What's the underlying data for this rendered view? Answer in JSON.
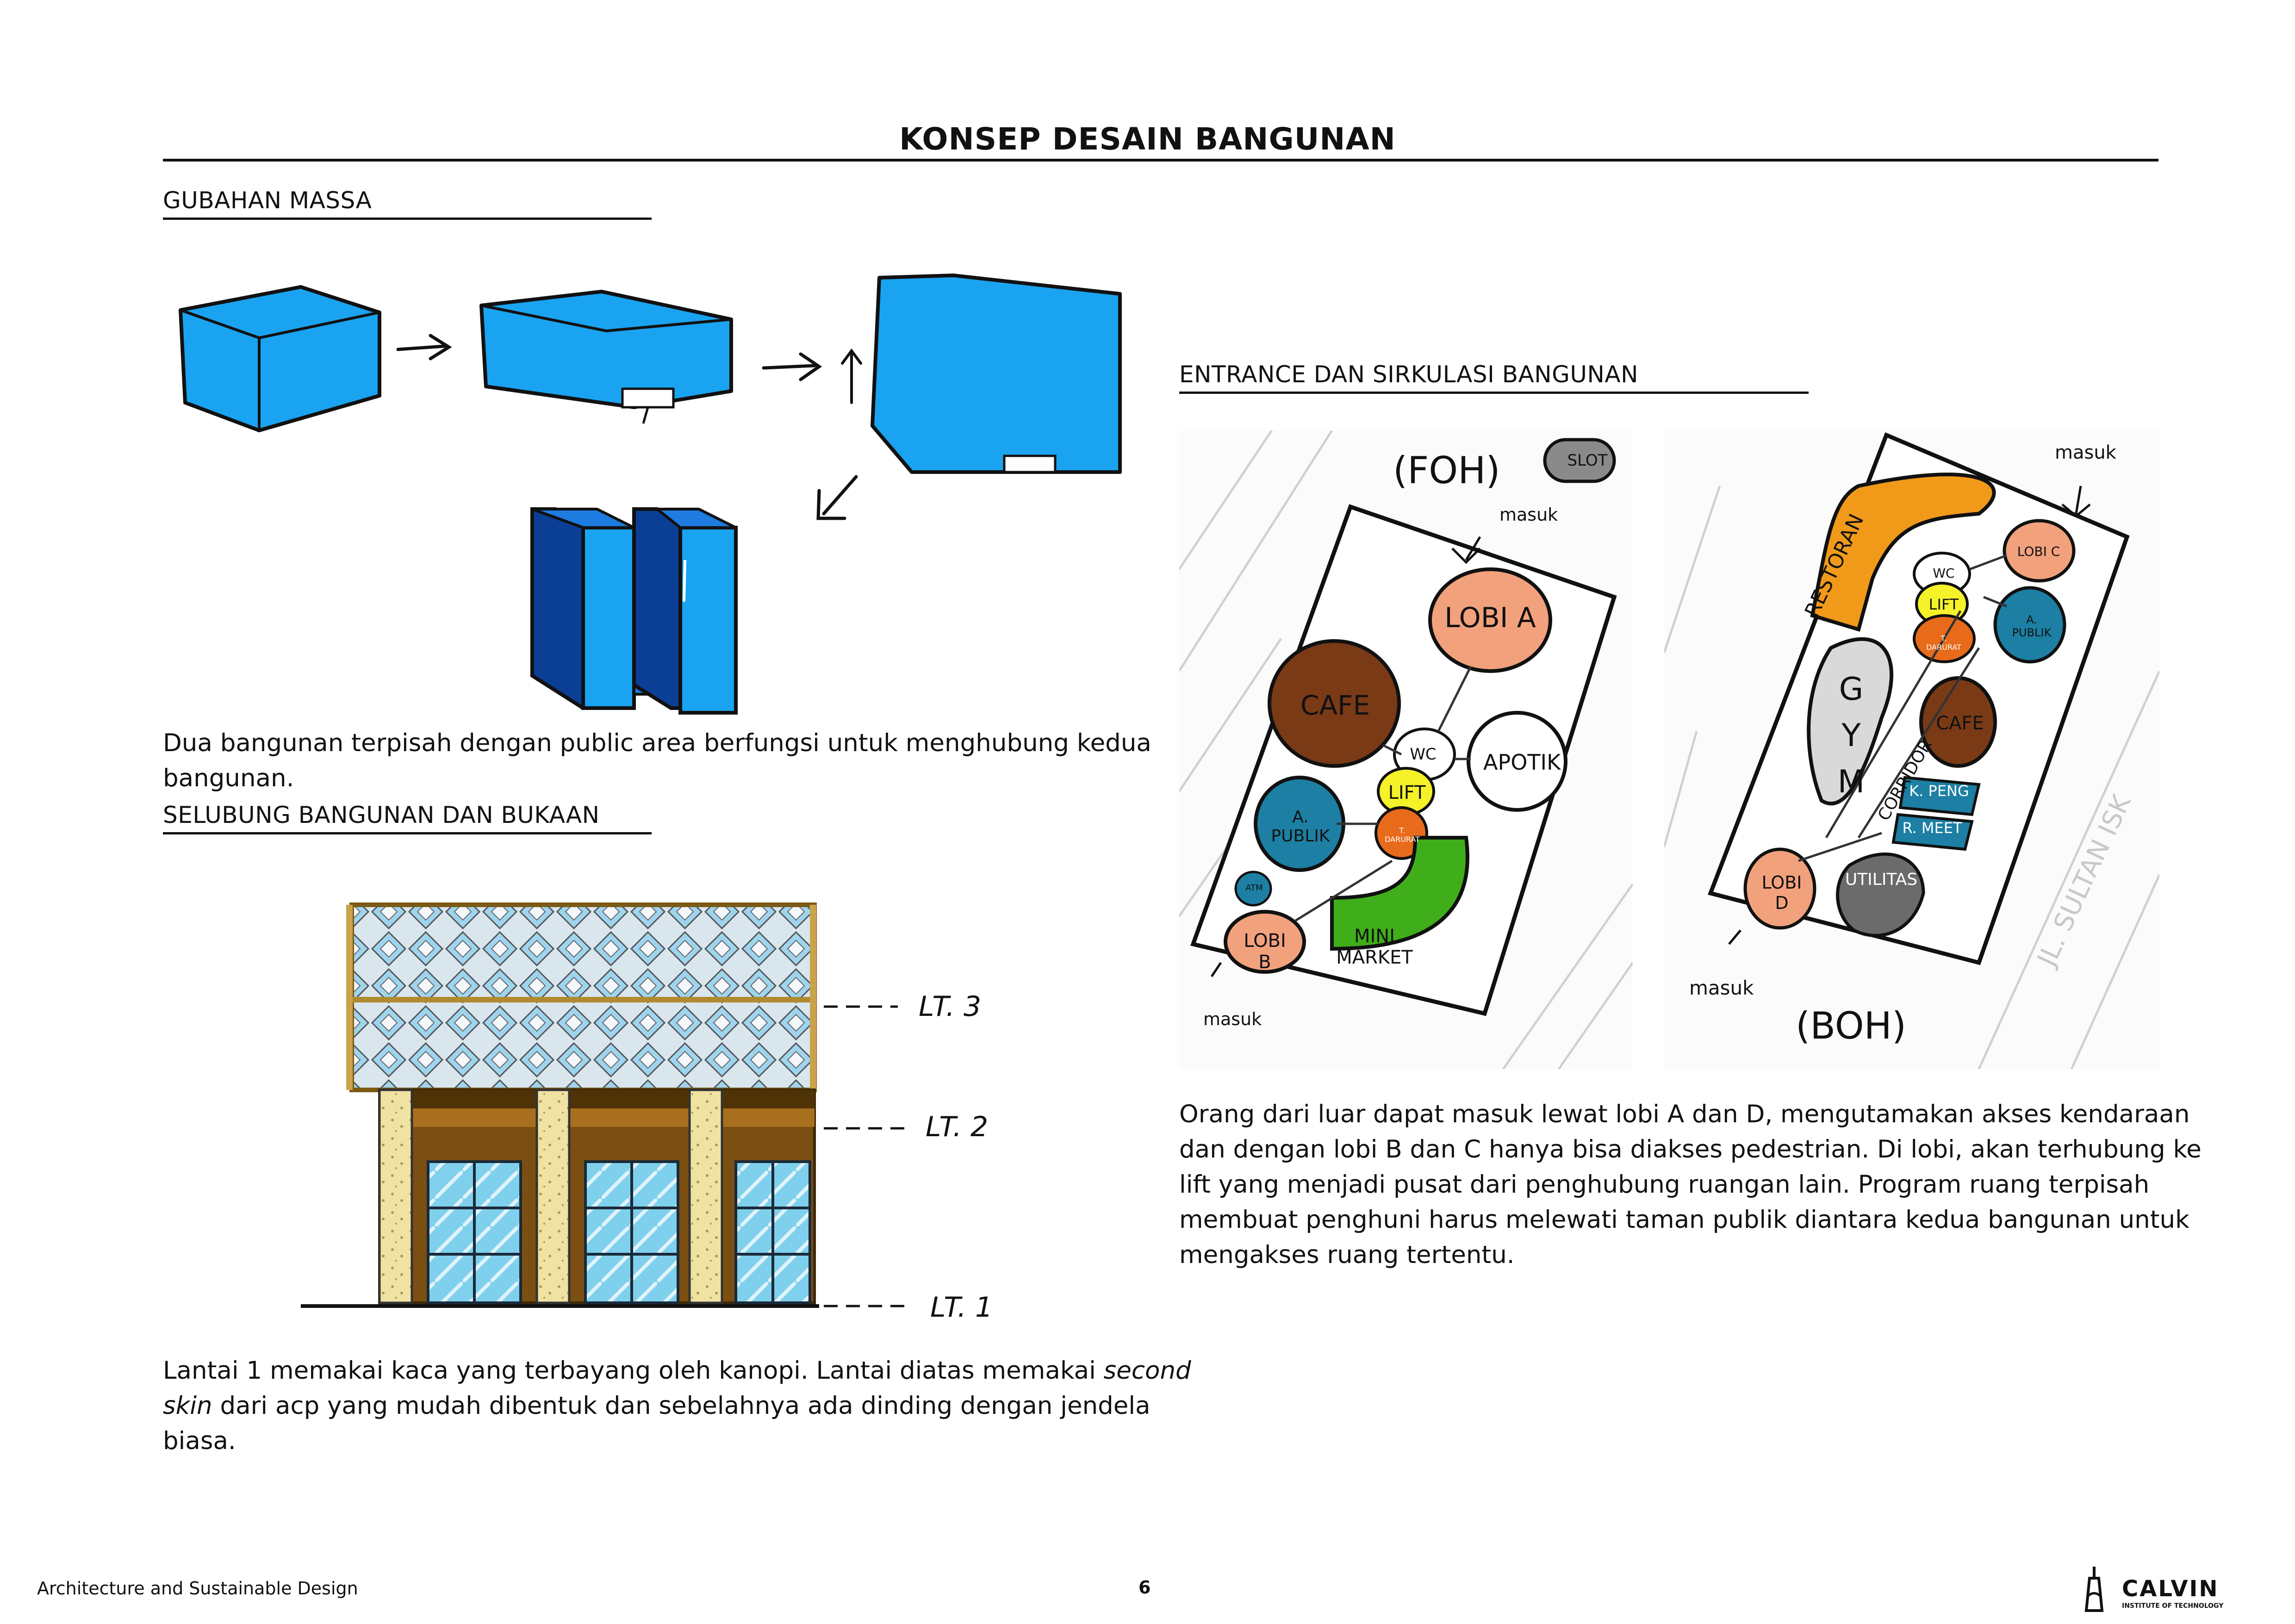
{
  "title": "KONSEP DESAIN BANGUNAN",
  "sections": {
    "massa": {
      "heading": "GUBAHAN MASSA",
      "caption_line1": "Dua bangunan terpisah dengan public area berfungsi untuk menghubung kedua",
      "caption_line2": "bangunan."
    },
    "selubung": {
      "heading": "SELUBUNG BANGUNAN DAN BUKAAN",
      "levels": [
        "LT. 3",
        "LT. 2",
        "LT. 1"
      ],
      "caption_line1_a": "Lantai 1 memakai kaca yang terbayang oleh kanopi. Lantai diatas memakai ",
      "caption_line1_em": "second",
      "caption_line2_em": "skin",
      "caption_line2_b": " dari acp yang mudah dibentuk dan sebelahnya ada dinding dengan jendela",
      "caption_line3": "biasa."
    },
    "entrance": {
      "heading": "ENTRANCE DAN SIRKULASI BANGUNAN",
      "foh": {
        "title": "(FOH)",
        "masuk": "masuk",
        "masuk2": "masuk",
        "lobi_a": "LOBI A",
        "cafe": "CAFE",
        "apotik": "APOTIK",
        "wc": "WC",
        "lift": "LIFT",
        "tangga": "T. DARURAT",
        "a_publik": "A. PUBLIK",
        "atm": "ATM",
        "lobi_b": "LOBI B",
        "minimarket": "MINI MARKET",
        "slot": "SLOT"
      },
      "boh": {
        "title": "(BOH)",
        "masuk": "masuk",
        "masuk2": "masuk",
        "restoran": "RESTORAN",
        "lobi_c": "LOBI C",
        "wc": "WC",
        "lift": "LIFT",
        "tangga": "T. DARURAT",
        "a_publik": "A. PUBLIK",
        "gym": "GYM",
        "corridor": "CORRIDOR",
        "cafe": "CAFE",
        "k_peng": "K. PENG",
        "r_meet": "R. MEET",
        "lobi_d": "LOBI D",
        "utilitas": "UTILITAS",
        "street": "JL. SULTAN ISK"
      },
      "para": [
        "Orang dari luar dapat masuk lewat lobi A dan D, mengutamakan akses kendaraan",
        "dan dengan lobi B dan C hanya bisa diakses pedestrian. Di lobi, akan terhubung ke",
        "lift yang menjadi pusat dari penghubung ruangan lain. Program ruang terpisah",
        "membuat penghuni harus melewati taman publik diantara kedua bangunan untuk",
        "mengakses ruang tertentu."
      ]
    }
  },
  "footer": {
    "left": "Architecture and Sustainable Design",
    "page": "6",
    "logo": "CALVIN",
    "logo_sub": "INSTITUTE OF TECHNOLOGY"
  },
  "colors": {
    "box_blue": "#1aa3f0",
    "dark_blue": "#0b3f96",
    "mid_blue": "#1e7be0",
    "lobi": "#f2a17d",
    "cafe": "#7a3a16",
    "publik": "#1c7fa3",
    "lift": "#f5f22a",
    "tangga": "#e86b1b",
    "minimarket": "#3fae1a",
    "restoran": "#f19a1a",
    "gym": "#d9d9d9",
    "utilitas": "#6b6b6b"
  }
}
